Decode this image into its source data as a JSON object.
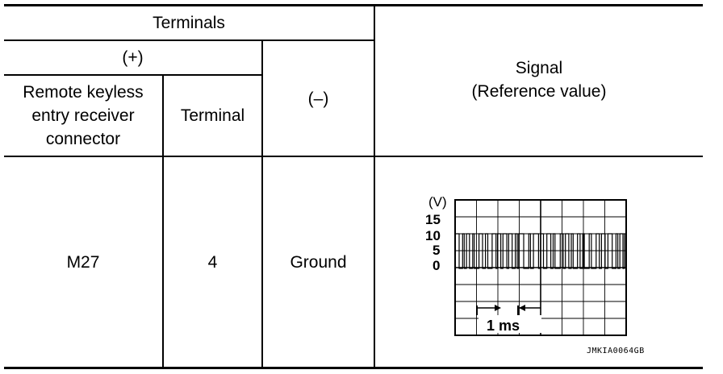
{
  "header": {
    "terminals": "Terminals",
    "plus": "(+)",
    "minus": "(–)",
    "connector_heading": "Remote keyless\nentry receiver\nconnector",
    "terminal_heading": "Terminal",
    "signal_heading": "Signal\n(Reference value)"
  },
  "row": {
    "connector": "M27",
    "terminal": "4",
    "ground": "Ground"
  },
  "waveform": {
    "unit_label": "(V)",
    "y_ticks": [
      "15",
      "10",
      "5",
      "0"
    ],
    "time_marker": "1 ms",
    "high_level_v": 10,
    "low_level_v": 0,
    "figure_code": "JMKIA0064GB"
  }
}
